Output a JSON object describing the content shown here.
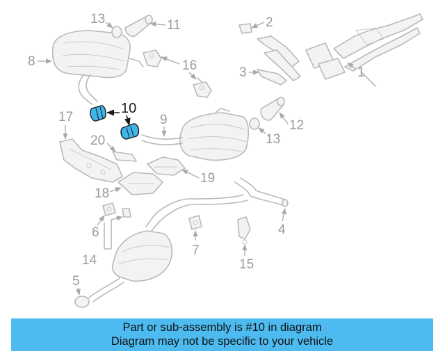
{
  "diagram": {
    "highlight_color": "#3fb6ea",
    "highlighted_part": "10",
    "callouts": [
      "1",
      "2",
      "3",
      "4",
      "5",
      "6",
      "7",
      "8",
      "9",
      "10",
      "11",
      "12",
      "13",
      "13",
      "14",
      "15",
      "16",
      "17",
      "18",
      "19",
      "20"
    ]
  },
  "banner": {
    "line1": "Part or sub-assembly is #10 in diagram",
    "line2": "Diagram may not be specific to your vehicle",
    "background": "#4dbbf0"
  }
}
